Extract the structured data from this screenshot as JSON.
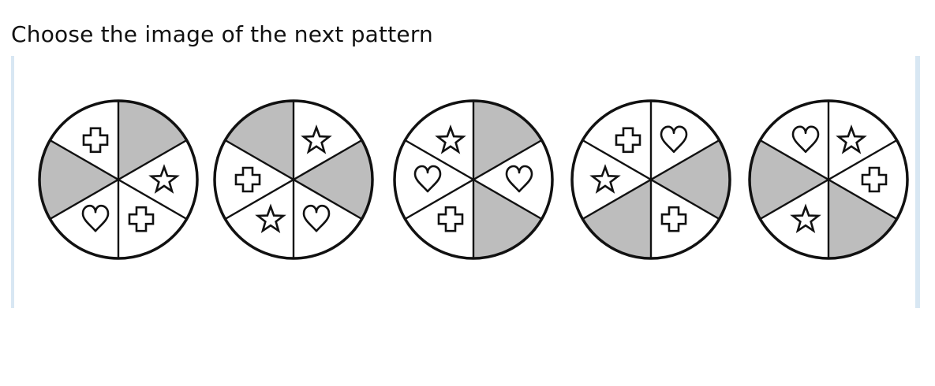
{
  "question": {
    "text": "Choose the image of the next pattern"
  },
  "colors": {
    "shaded": "#bdbdbd",
    "outline": "#111111",
    "background": "#ffffff",
    "frame_edge": "#d8e7f3"
  },
  "sector_order": [
    "top-right",
    "right",
    "bottom-right",
    "bottom-left",
    "left",
    "top-left"
  ],
  "wheels": [
    {
      "id": "wheel-1",
      "sectors": [
        "shaded",
        "star",
        "plus",
        "heart",
        "shaded",
        "plus"
      ]
    },
    {
      "id": "wheel-2",
      "sectors": [
        "star",
        "shaded",
        "heart",
        "star",
        "plus",
        "shaded"
      ]
    },
    {
      "id": "wheel-3",
      "sectors": [
        "shaded",
        "heart",
        "shaded",
        "plus",
        "heart",
        "star"
      ]
    },
    {
      "id": "wheel-4",
      "sectors": [
        "heart",
        "shaded",
        "plus",
        "shaded",
        "star",
        "plus"
      ]
    },
    {
      "id": "wheel-5",
      "sectors": [
        "star",
        "plus",
        "shaded",
        "star",
        "shaded",
        "heart"
      ]
    }
  ]
}
